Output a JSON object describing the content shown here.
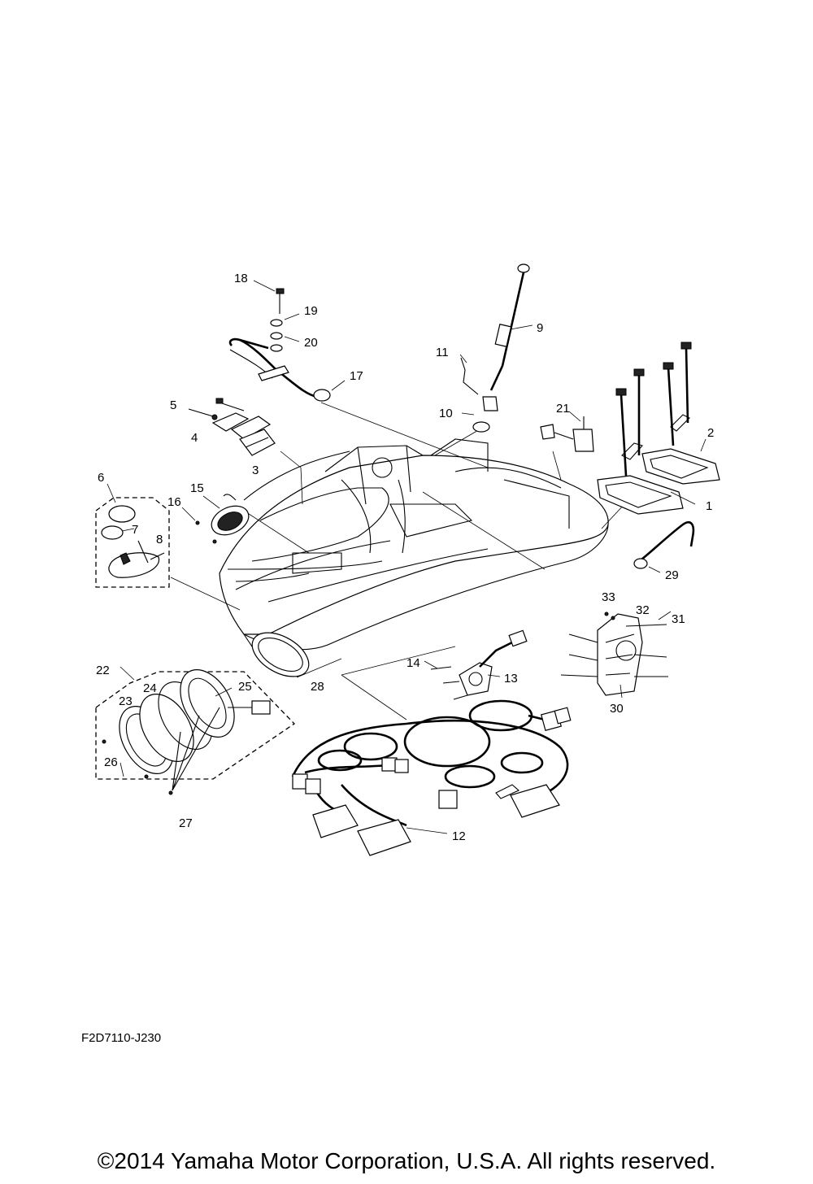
{
  "diagram": {
    "reference_code": "F2D7110-J230",
    "copyright": "©2014 Yamaha Motor Corporation, U.S.A. All rights reserved.",
    "callouts": [
      "1",
      "2",
      "3",
      "4",
      "5",
      "6",
      "7",
      "8",
      "9",
      "10",
      "11",
      "12",
      "13",
      "14",
      "15",
      "16",
      "17",
      "18",
      "19",
      "20",
      "21",
      "22",
      "23",
      "24",
      "25",
      "26",
      "27",
      "28",
      "29",
      "30",
      "31",
      "32",
      "33"
    ]
  }
}
